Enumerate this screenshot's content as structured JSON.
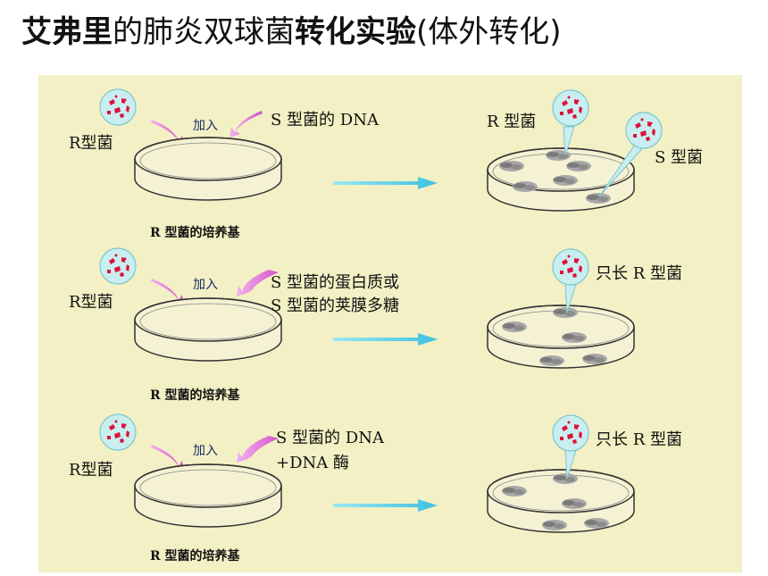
{
  "title": {
    "part1": "艾弗里",
    "part2": "的肺炎双球菌",
    "part3": "转化实验",
    "part4": "(体外转化)"
  },
  "rows": [
    {
      "bacteria_label": "R型菌",
      "add_label": "加入",
      "additive_line1": "S 型菌的 DNA",
      "additive_line2": "",
      "medium_label": "R 型菌的培养基",
      "result_label_1": "R 型菌",
      "result_label_2": "S 型菌"
    },
    {
      "bacteria_label": "R型菌",
      "add_label": "加入",
      "additive_line1": "S 型菌的蛋白质或",
      "additive_line2": "S 型菌的荚膜多糖",
      "medium_label": "R 型菌的培养基",
      "result_label_1": "只长 R 型菌",
      "result_label_2": ""
    },
    {
      "bacteria_label": "R型菌",
      "add_label": "加入",
      "additive_line1": "S 型菌的 DNA",
      "additive_line2": "+DNA 酶",
      "medium_label": "R 型菌的培养基",
      "result_label_1": "只长 R 型菌",
      "result_label_2": ""
    }
  ],
  "colors": {
    "panel_background": "#f2f0c4",
    "bacteria": "#e0103c",
    "bubble": "#c9eef0",
    "arrow_add": "#e070d8",
    "arrow_result": "#5ad0e8",
    "colony": "#9a9a9a"
  },
  "icons": [
    "bacteria-bubble-icon",
    "petri-dish-icon",
    "pink-arrow-icon",
    "cyan-arrow-icon",
    "colony-icon"
  ]
}
